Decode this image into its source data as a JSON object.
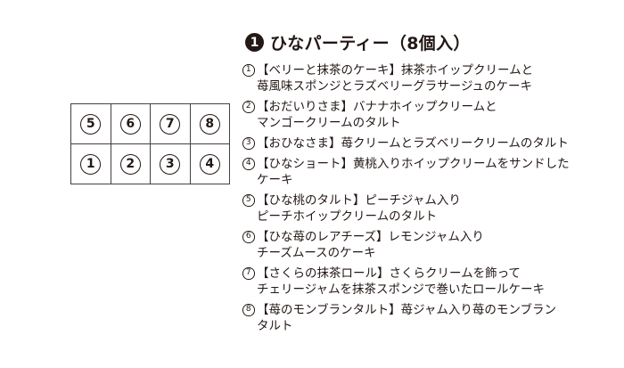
{
  "colors": {
    "ink": "#231815",
    "grid_line": "#45403d",
    "bg": "#ffffff"
  },
  "title": {
    "number": "1",
    "text": "ひなパーティー（8個入）"
  },
  "grid": {
    "rows": [
      [
        "5",
        "6",
        "7",
        "8"
      ],
      [
        "1",
        "2",
        "3",
        "4"
      ]
    ]
  },
  "items": [
    {
      "num": "1",
      "lines": [
        "【ベリーと抹茶のケーキ】抹茶ホイップクリームと",
        "苺風味スポンジとラズベリーグラサージュのケーキ"
      ]
    },
    {
      "num": "2",
      "lines": [
        "【おだいりさま】バナナホイップクリームと",
        "マンゴークリームのタルト"
      ]
    },
    {
      "num": "3",
      "lines": [
        "【おひなさま】苺クリームとラズベリークリームのタルト"
      ]
    },
    {
      "num": "4",
      "lines": [
        "【ひなショート】黄桃入りホイップクリームをサンドした",
        "ケーキ"
      ]
    },
    {
      "num": "5",
      "lines": [
        "【ひな桃のタルト】ピーチジャム入り",
        "ピーチホイップクリームのタルト"
      ]
    },
    {
      "num": "6",
      "lines": [
        "【ひな苺のレアチーズ】レモンジャム入り",
        "チーズムースのケーキ"
      ]
    },
    {
      "num": "7",
      "lines": [
        "【さくらの抹茶ロール】さくらクリームを飾って",
        "チェリージャムを抹茶スポンジで巻いたロールケーキ"
      ]
    },
    {
      "num": "8",
      "lines": [
        "【苺のモンブランタルト】苺ジャム入り苺のモンブラン",
        "タルト"
      ]
    }
  ]
}
